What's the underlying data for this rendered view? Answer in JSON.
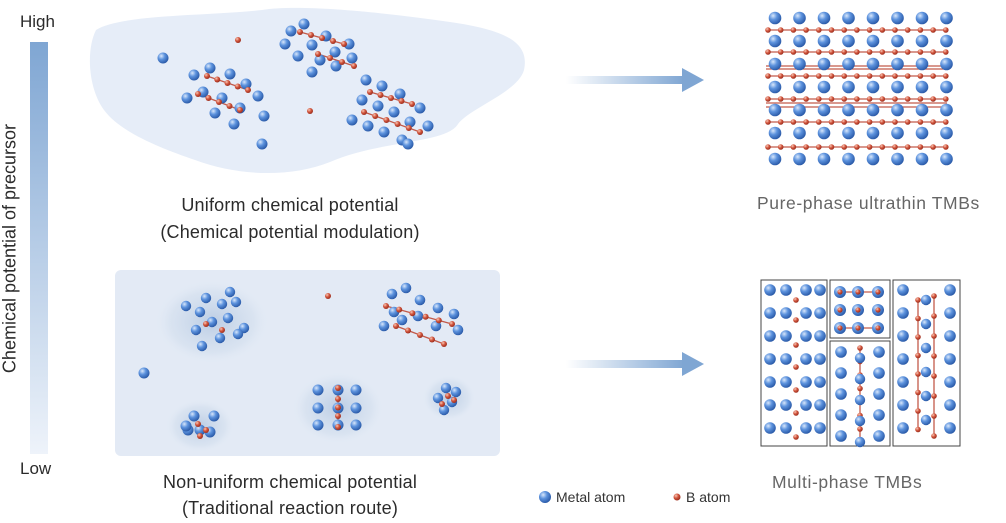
{
  "axis": {
    "title": "Chemical potential  of precursor",
    "high_label": "High",
    "low_label": "Low"
  },
  "top_panel": {
    "caption_line1": "Uniform chemical potential",
    "caption_line2": "(Chemical potential modulation)",
    "result_label": "Pure-phase  ultrathin  TMBs"
  },
  "bottom_panel": {
    "caption_line1": "Non-uniform chemical potential",
    "caption_line2": "(Traditional reaction route)",
    "result_label": "Multi-phase TMBs"
  },
  "legend": {
    "metal_label": "Metal atom",
    "boron_label": "B atom"
  },
  "colors": {
    "metal_atom": "#4f86d6",
    "boron_atom": "#c8503a",
    "bond": "#c25a4a",
    "solution_bg": "#e7eef8",
    "arrow": "#8fb3dc",
    "gradient_top": "#7fa6d3",
    "gradient_bottom": "#e9f0f9"
  }
}
